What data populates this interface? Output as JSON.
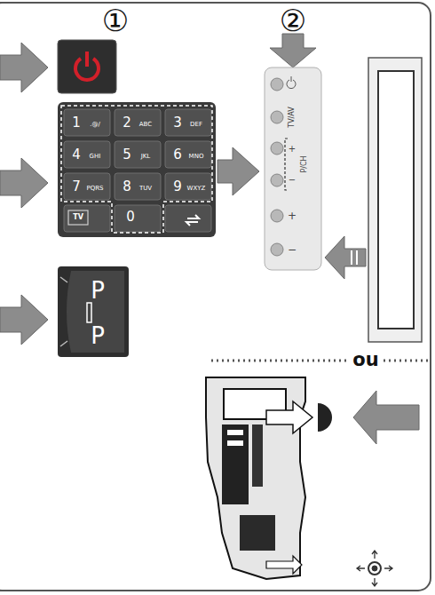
{
  "diagram": {
    "labels": [
      "①",
      "②",
      "1",
      ".@/",
      "2",
      "ABC",
      "3",
      "DEF",
      "4",
      "GHI",
      "5",
      "JKL",
      "6",
      "MNO",
      "7",
      "PQRS",
      "8",
      "TUV",
      "9",
      "WXYZ",
      "TV",
      "0",
      "P",
      "P",
      "ou",
      "TV/AV",
      "P/CH",
      "+",
      "−",
      "+",
      "−"
    ]
  }
}
